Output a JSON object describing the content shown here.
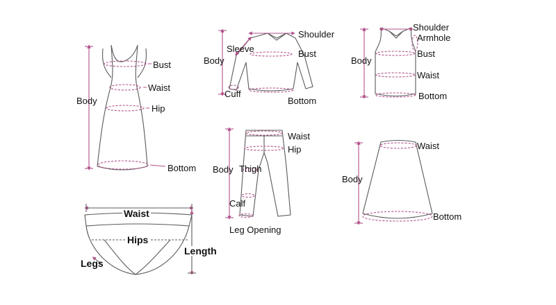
{
  "dress": {
    "labels": {
      "body": "Body",
      "bust": "Bust",
      "waist": "Waist",
      "hip": "Hip",
      "bottom": "Bottom"
    }
  },
  "jacket": {
    "labels": {
      "body": "Body",
      "shoulder": "Shoulder",
      "sleeve": "Sleeve",
      "bust": "Bust",
      "cuff": "Cuff",
      "bottom": "Bottom"
    }
  },
  "tank": {
    "labels": {
      "body": "Body",
      "shoulder": "Shoulder",
      "armhole": "Armhole",
      "bust": "Bust",
      "waist": "Waist",
      "bottom": "Bottom"
    }
  },
  "pants": {
    "labels": {
      "body": "Body",
      "waist": "Waist",
      "hip": "Hip",
      "thigh": "Thigh",
      "calf": "Calf",
      "leg_opening": "Leg Opening"
    }
  },
  "skirt": {
    "labels": {
      "body": "Body",
      "waist": "Waist",
      "bottom": "Bottom"
    }
  },
  "briefs": {
    "labels": {
      "waist": "Waist",
      "hips": "Hips",
      "length": "Length",
      "legs": "Legs"
    }
  },
  "colors": {
    "outline": "#5a5a5a",
    "measure": "#b0508a"
  }
}
